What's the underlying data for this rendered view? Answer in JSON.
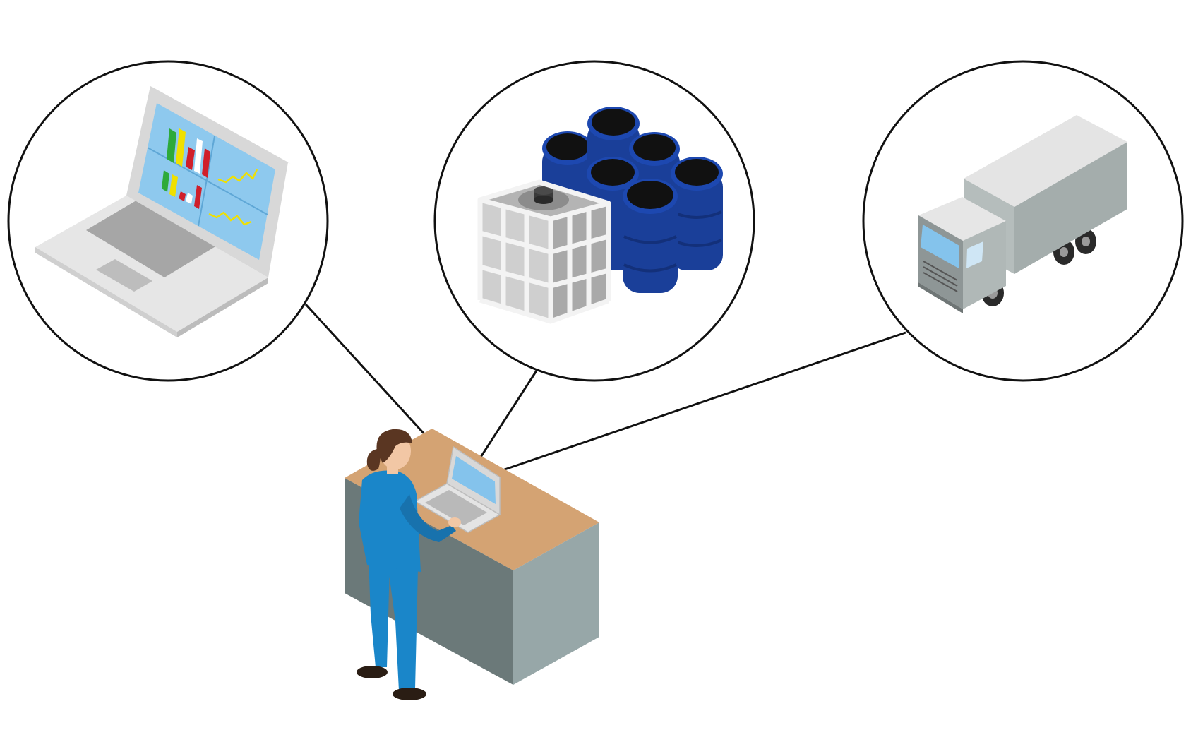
{
  "illustration": {
    "background_color": "#ffffff",
    "connector_color": "#111111",
    "bubbles": [
      {
        "id": "dashboard-laptop",
        "subject": "laptop-analytics-icon"
      },
      {
        "id": "containers",
        "subject": "ibc-tote-and-drums-icon"
      },
      {
        "id": "delivery-truck",
        "subject": "box-truck-icon"
      }
    ],
    "worker": {
      "subject": "person-at-laptop-icon"
    },
    "colors": {
      "uniform_blue": "#1a86c9",
      "drum_blue": "#1a3f99",
      "desk_top": "#d4a373",
      "desk_side_light": "#97a7a8",
      "desk_side_dark": "#6b7979",
      "truck_gray": "#a4adac",
      "screen_blue": "#84c3ec",
      "bar_green": "#2eaa3a",
      "bar_yellow": "#f0e000",
      "bar_red": "#d01f2a"
    }
  }
}
